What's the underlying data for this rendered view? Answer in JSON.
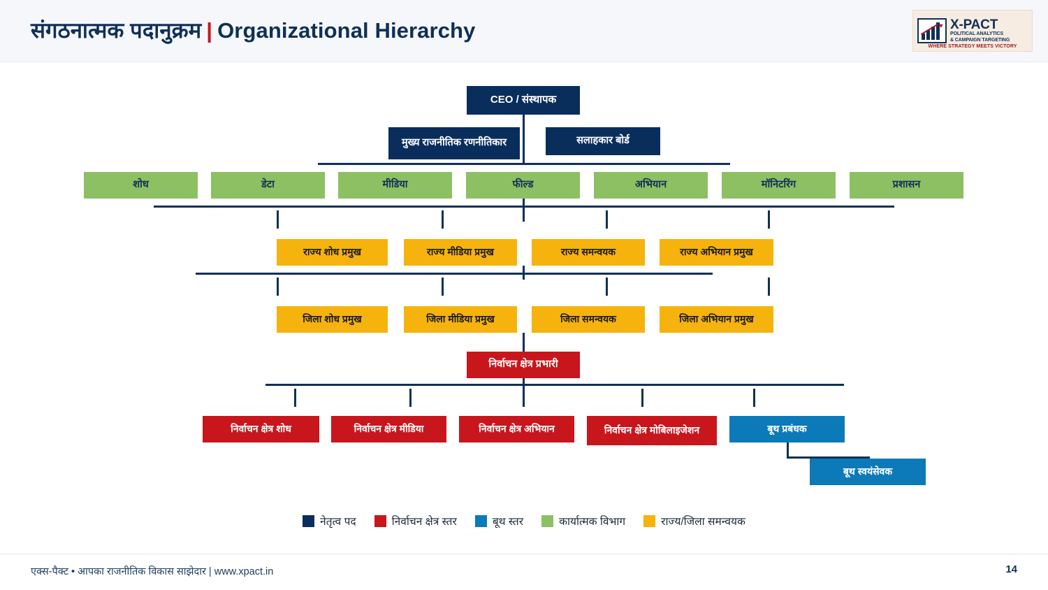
{
  "header": {
    "title_hi": "संगठनात्मक पदानुक्रम",
    "title_separator": "|",
    "title_en": "Organizational Hierarchy",
    "logo": {
      "name": "X-PACT",
      "sub1": "POLITICAL ANALYTICS",
      "sub2": "& CAMPAIGN TARGETING",
      "tagline": "WHERE STRATEGY MEETS VICTORY"
    }
  },
  "chart": {
    "ceo": "CEO / संस्थापक",
    "second_row": [
      "मुख्य राजनीतिक रणनीतिकार",
      "सलाहकार बोर्ड"
    ],
    "departments": [
      "शोध",
      "डेटा",
      "मीडिया",
      "फील्ड",
      "अभियान",
      "मॉनिटरिंग",
      "प्रशासन"
    ],
    "state_level": [
      "राज्य शोध प्रमुख",
      "राज्य मीडिया प्रमुख",
      "राज्य समन्वयक",
      "राज्य अभियान प्रमुख"
    ],
    "district_level": [
      "जिला शोध प्रमुख",
      "जिला मीडिया प्रमुख",
      "जिला समन्वयक",
      "जिला अभियान प्रमुख"
    ],
    "constituency_head": "निर्वाचन क्षेत्र प्रभारी",
    "constituency_level": [
      "निर्वाचन क्षेत्र शोध",
      "निर्वाचन क्षेत्र मीडिया",
      "निर्वाचन क्षेत्र अभियान",
      "निर्वाचन क्षेत्र मोबिलाइजेशन",
      "बूथ प्रबंधक"
    ],
    "booth_volunteer": "बूथ स्वयंसेवक"
  },
  "legend": [
    {
      "label": "नेतृत्व पद",
      "color": "#0a2e5c"
    },
    {
      "label": "निर्वाचन क्षेत्र स्तर",
      "color": "#c8161d"
    },
    {
      "label": "बूथ स्तर",
      "color": "#0c7ab8"
    },
    {
      "label": "कार्यात्मक विभाग",
      "color": "#8cc063"
    },
    {
      "label": "राज्य/जिला समन्वयक",
      "color": "#f6b30d"
    }
  ],
  "footer": {
    "text": "एक्स-पैक्ट • आपका राजनीतिक विकास साझेदार | www.xpact.in",
    "page": "14"
  },
  "colors": {
    "navy": "#0a2e5c",
    "red": "#c8161d",
    "blue": "#0c7ab8",
    "green": "#8cc063",
    "yellow": "#f6b30d",
    "title": "#0f3057"
  }
}
